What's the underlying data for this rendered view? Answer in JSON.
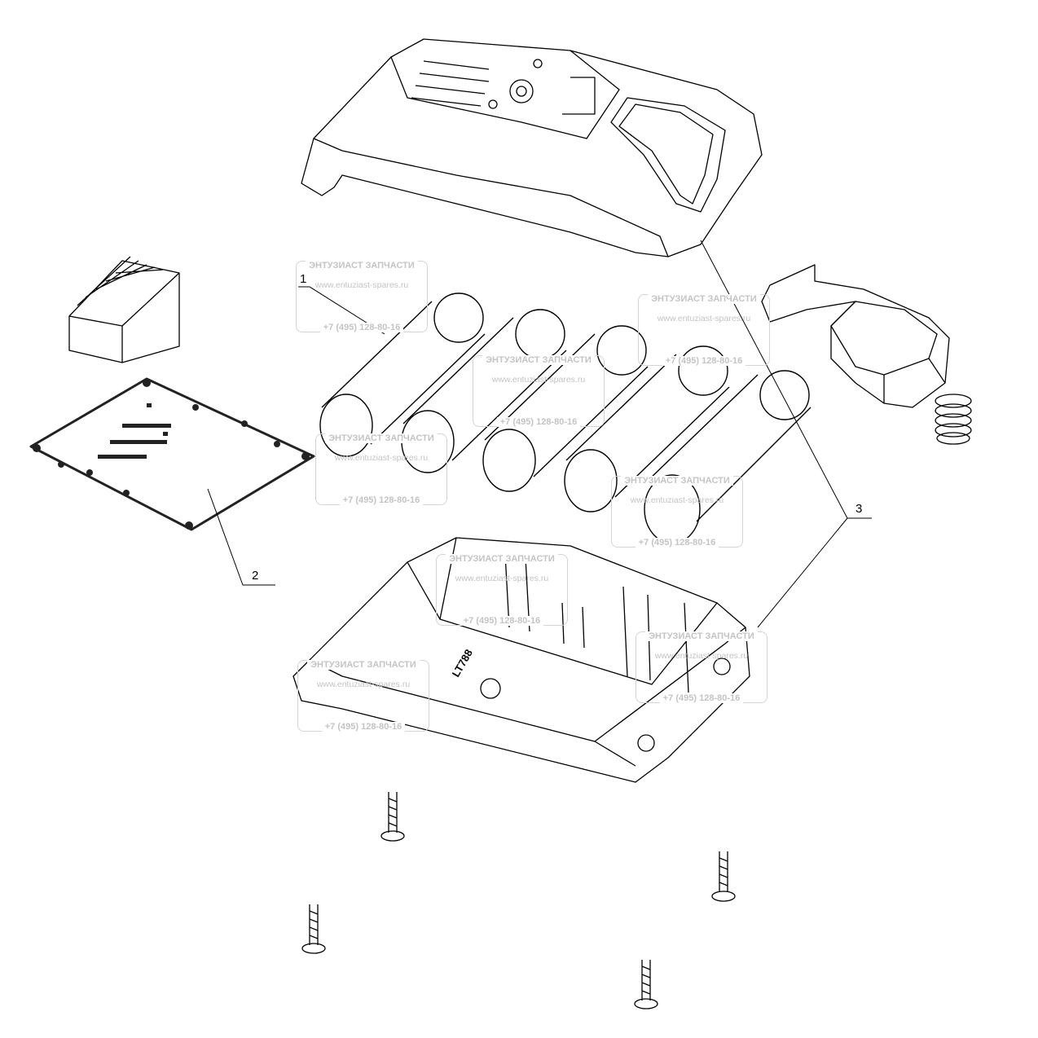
{
  "diagram": {
    "callouts": [
      "1",
      "2",
      "3"
    ],
    "cell_marking": "LT788",
    "watermark": {
      "title": "ЭНТУЗИАСТ ЗАПЧАСТИ",
      "url": "www.entuziast-spares.ru",
      "phone": "+7 (495) 128-80-16"
    }
  }
}
